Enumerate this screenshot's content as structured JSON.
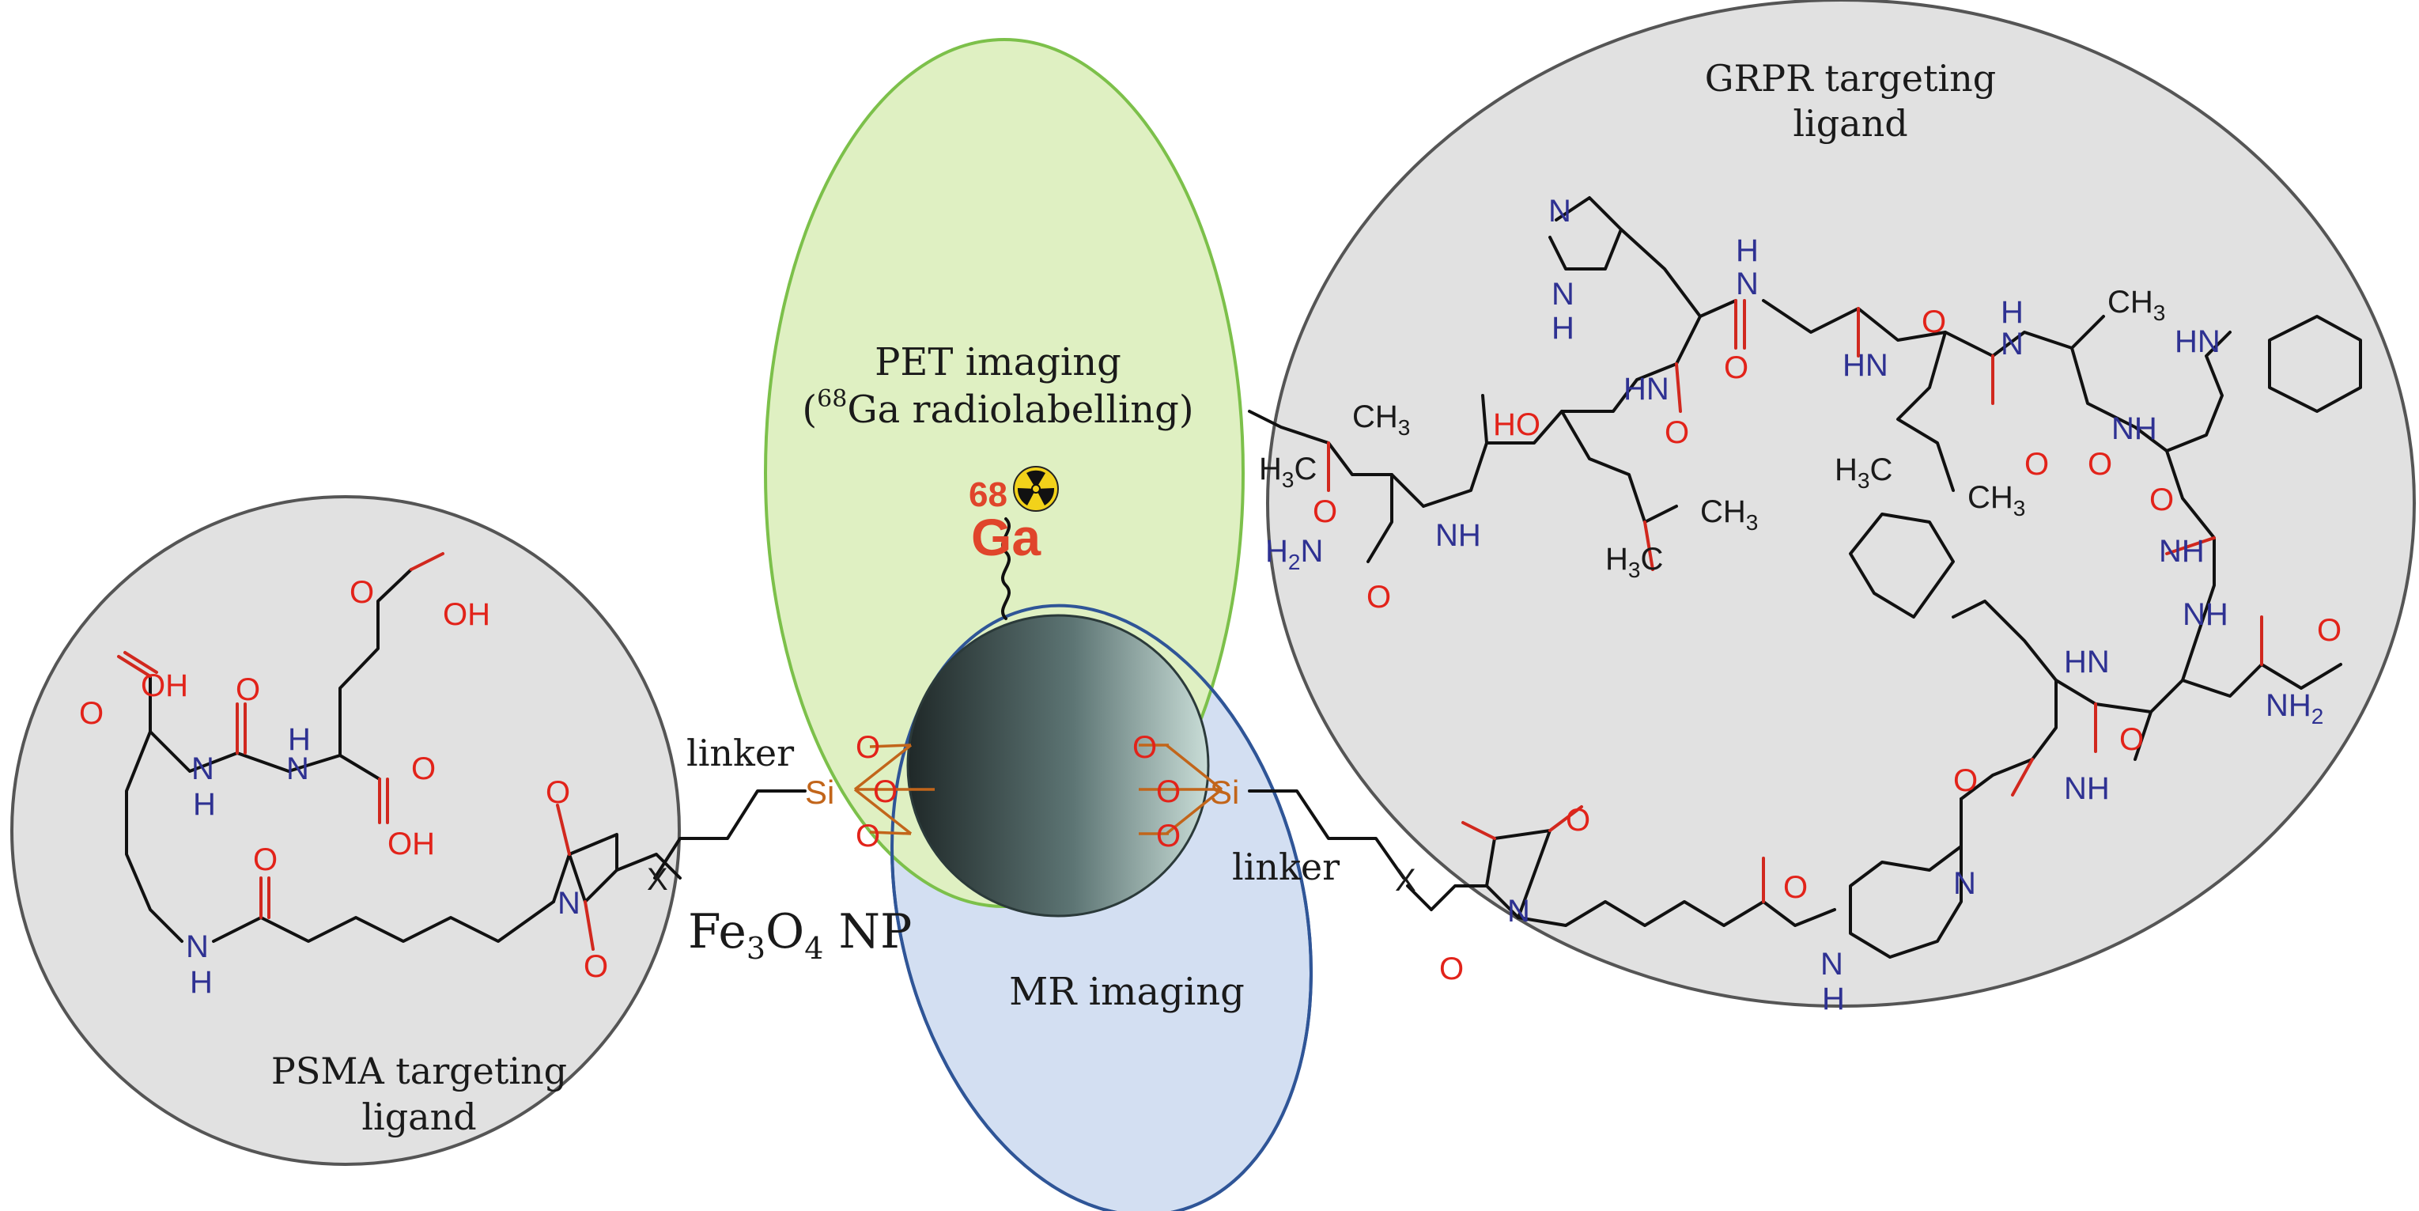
{
  "colors": {
    "oxygen": "#e2231a",
    "nitrogen": "#2e3192",
    "carbon_text": "#1a1a1a",
    "silicon": "#c2651a",
    "gallium": "#e0452b",
    "pet_fill": "#dff0c2",
    "pet_stroke": "#7cc04a",
    "mr_fill": "#d3dff2",
    "mr_stroke": "#2f5597",
    "ligand_fill": "#e1e1e1",
    "ligand_stroke": "#555555"
  },
  "labels": {
    "grpr_line1": "GRPR targeting",
    "grpr_line2": "ligand",
    "pet_line1": "PET imaging",
    "pet_line2_sup": "68",
    "pet_line2_rest": "Ga radiolabelling)",
    "pet_line2_open": "(",
    "mr": "MR imaging",
    "psma_line1": "PSMA targeting",
    "psma_line2": "ligand",
    "linker_left": "linker",
    "linker_right": "linker",
    "np_a": "Fe",
    "np_b": "3",
    "np_c": "O",
    "np_d": "4",
    "np_e": " NP",
    "ga_mass": "68",
    "ga_symbol": "Ga",
    "radioactive_icon": "radioactive-trefoil-icon"
  },
  "chem": {
    "psma": {
      "oh1": "OH",
      "o1": "O",
      "oh2": "OH",
      "o2": "O",
      "o3": "O",
      "nh1": "N",
      "h1": "H",
      "nh2": "N",
      "h2": "H",
      "o4": "O",
      "oh3": "OH",
      "o5": "O",
      "nh3": "N",
      "h3": "H",
      "o6": "O",
      "n_suc": "N",
      "o7": "O",
      "x": "X"
    },
    "si": {
      "si_left": "Si",
      "si_right": "Si",
      "o": "O"
    },
    "grpr": {
      "n_im": "N",
      "nh_im": "N",
      "h_im": "H",
      "nh_a": "N",
      "h_a": "H",
      "o_a": "O",
      "hn_b": "HN",
      "o_b": "O",
      "nh_c": "N",
      "h_c": "H",
      "ch3_c": "CH",
      "ch3_c_sub": "3",
      "hn_trp": "HN",
      "hn_d": "HN",
      "o_d": "O",
      "ch3_l1": "CH",
      "ch3_l1_sub": "3",
      "h3c_l1": "H",
      "h3c_l1_sub": "3",
      "h3c_l1_c": "C",
      "ho": "HO",
      "h3c_v": "H",
      "h3c_v_sub": "3",
      "h3c_v_c": "C",
      "ch3_v": "CH",
      "ch3_v_sub": "3",
      "o_v": "O",
      "nh_v": "NH",
      "nh_e": "NH",
      "o_e": "O",
      "ch3_l2": "CH",
      "ch3_l2_sub": "3",
      "h3c_l2": "H",
      "h3c_l2_sub": "3",
      "h3c_l2_c": "C",
      "h2n": "H",
      "h2n_sub": "2",
      "h2n_n": "N",
      "o_f": "O",
      "o_g": "O",
      "nh_f": "NH",
      "o_h": "O",
      "hn_q": "HN",
      "o_q": "O",
      "nh2_q": "NH",
      "nh2_q_sub": "2",
      "o_p": "O",
      "nh_p": "NH",
      "o_k": "O",
      "nh_k": "NH",
      "o_s1": "O",
      "n_suc": "N",
      "o_s2": "O",
      "x": "X",
      "o_amide": "O",
      "n_amide": "N",
      "h_amide": "H",
      "n_pip": "N"
    }
  }
}
